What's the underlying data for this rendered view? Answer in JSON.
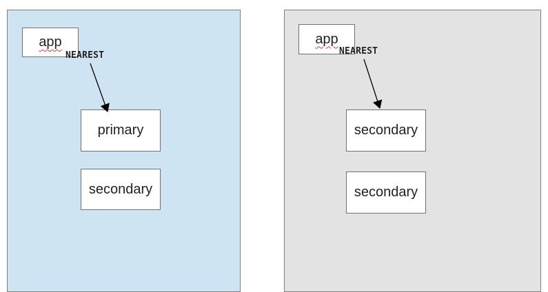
{
  "colors": {
    "left_panel_bg": "#cfe4f3",
    "right_panel_bg": "#e3e3e3",
    "border": "#7f7f7f",
    "arrow": "#000000"
  },
  "left": {
    "app_label": "app",
    "edge_label": "NEAREST",
    "node1_label": "primary",
    "node2_label": "secondary"
  },
  "right": {
    "app_label": "app",
    "edge_label": "NEAREST",
    "node1_label": "secondary",
    "node2_label": "secondary"
  }
}
